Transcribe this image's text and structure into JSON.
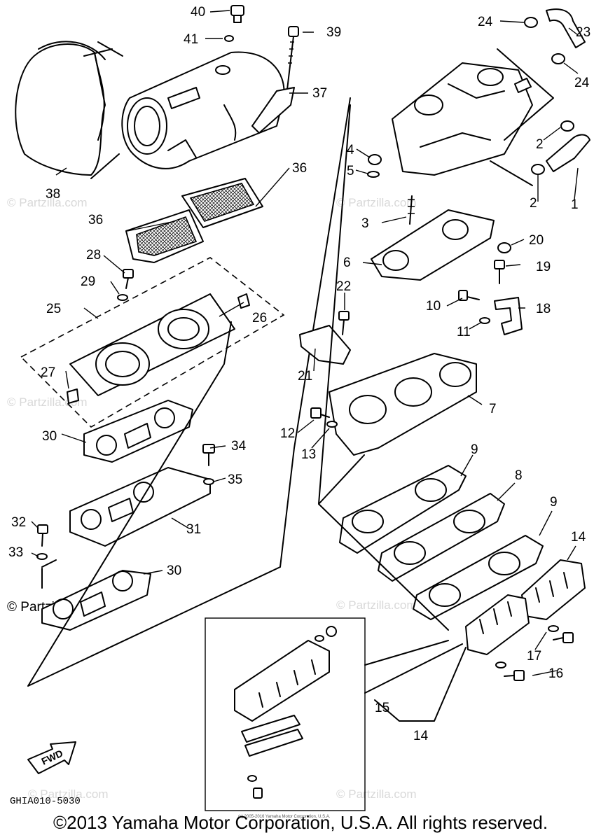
{
  "diagram": {
    "code": "GHIA010-5030",
    "fwd_label": "FWD",
    "small_credit": "(c) 2005-2016 Yamaha Motor Corporation, U.S.A.",
    "watermark": "© Partzilla.com",
    "copyright": "©2013 Yamaha Motor Corporation, U.S.A. All rights reserved.",
    "callouts": [
      "1",
      "2",
      "2",
      "3",
      "4",
      "5",
      "6",
      "7",
      "8",
      "9",
      "9",
      "10",
      "11",
      "12",
      "13",
      "14",
      "14",
      "15",
      "16",
      "17",
      "18",
      "19",
      "20",
      "21",
      "22",
      "23",
      "24",
      "24",
      "25",
      "26",
      "27",
      "28",
      "29",
      "30",
      "30",
      "31",
      "32",
      "33",
      "34",
      "35",
      "36",
      "36",
      "37",
      "38",
      "39",
      "40",
      "41"
    ]
  }
}
